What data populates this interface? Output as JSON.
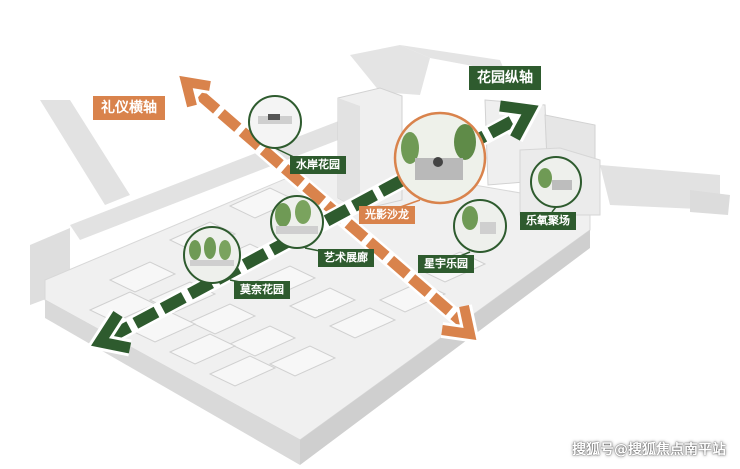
{
  "axes": {
    "garden_axis": "花园纵轴",
    "ceremony_axis": "礼仪横轴"
  },
  "nodes": [
    {
      "id": "waterfront",
      "label": "水岸花园",
      "style": "green"
    },
    {
      "id": "salon",
      "label": "光影沙龙",
      "style": "orange"
    },
    {
      "id": "art",
      "label": "艺术展廊",
      "style": "green"
    },
    {
      "id": "monet",
      "label": "莫奈花园",
      "style": "green"
    },
    {
      "id": "star",
      "label": "星宇乐园",
      "style": "green"
    },
    {
      "id": "oxygen",
      "label": "乐氧聚场",
      "style": "green"
    }
  ],
  "watermark": "搜狐号@搜狐焦点南平站",
  "colors": {
    "green": "#2e5b2e",
    "orange": "#d9834c",
    "building": "#eeeeee",
    "ground": "#dcdcdc"
  }
}
